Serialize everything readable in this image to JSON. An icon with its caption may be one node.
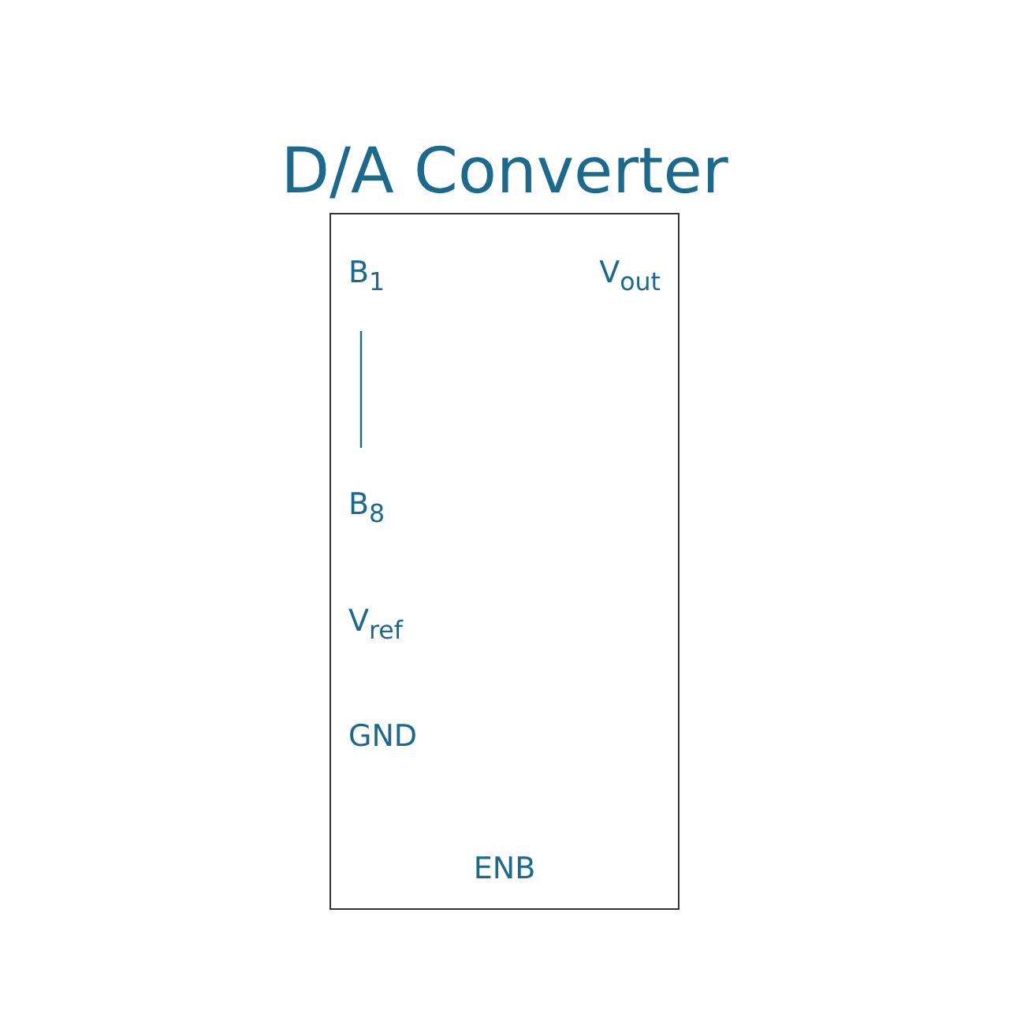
{
  "diagram": {
    "title": "D/A Converter",
    "nodes": [
      {
        "text": [],
        "shape": "box"
      }
    ],
    "labels": [
      "B$_{1}$",
      "V$_{out}$",
      "B$_{8}$",
      "V$_{ref}$",
      "GND",
      "ENB"
    ]
  }
}
